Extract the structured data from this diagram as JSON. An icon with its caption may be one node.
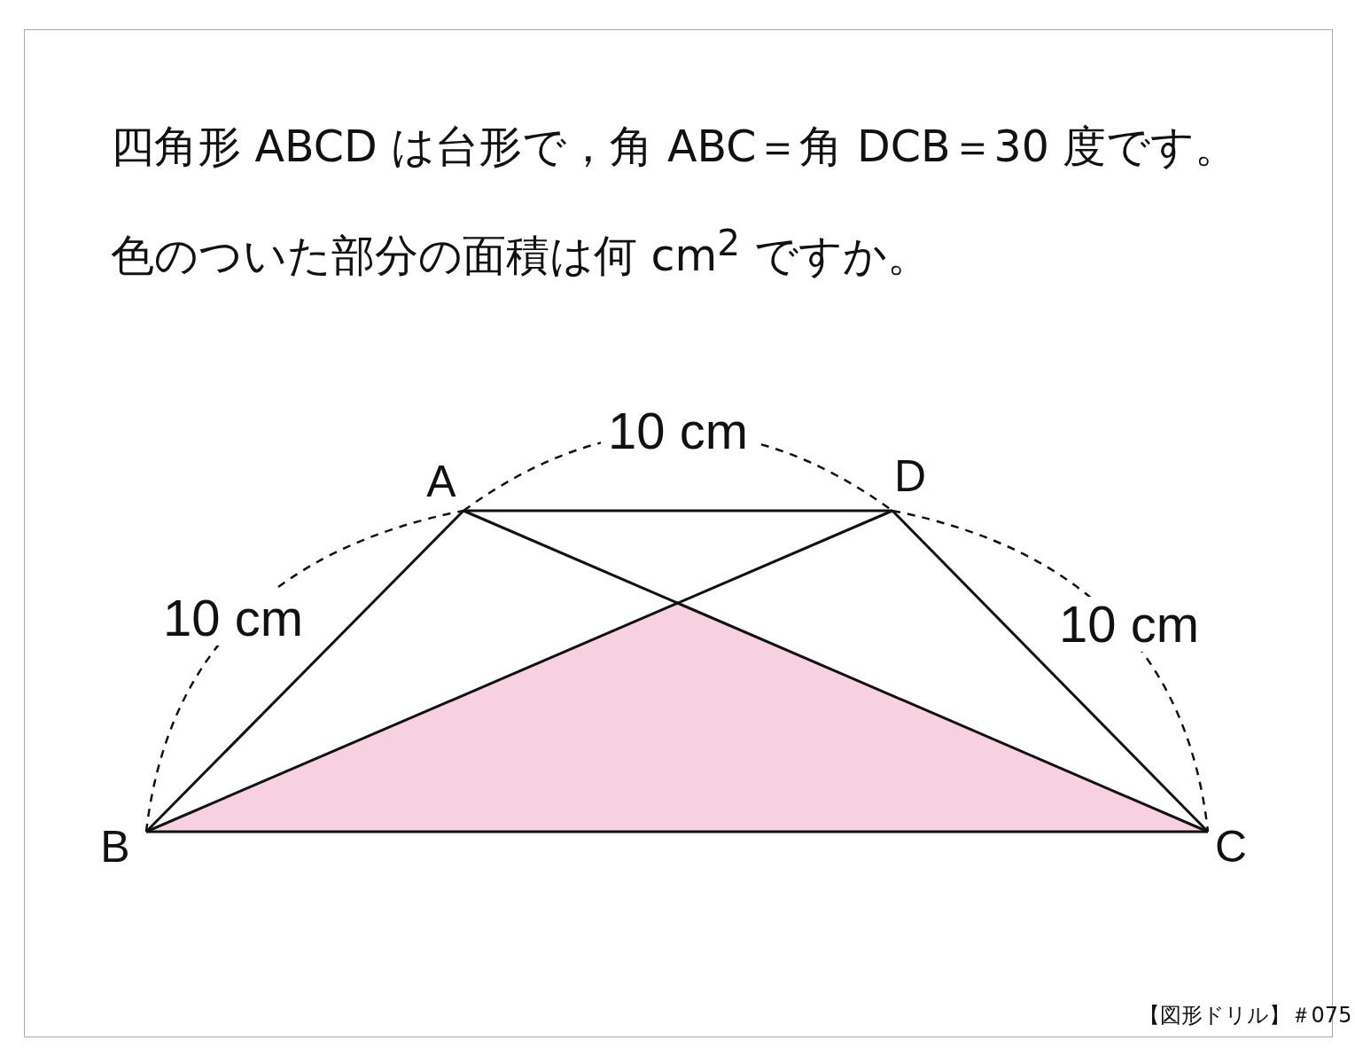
{
  "diagram": {
    "title": "四角形 ABCD は台形で，角 ABC＝角 DCB＝30 度です。色のついた部分の面積は何 cm$^{2}$ ですか。",
    "labels": [
      "10 cm",
      "A",
      "D",
      "10 cm",
      "10 cm",
      "B",
      "C",
      "【図形ドリル】＃075"
    ]
  }
}
